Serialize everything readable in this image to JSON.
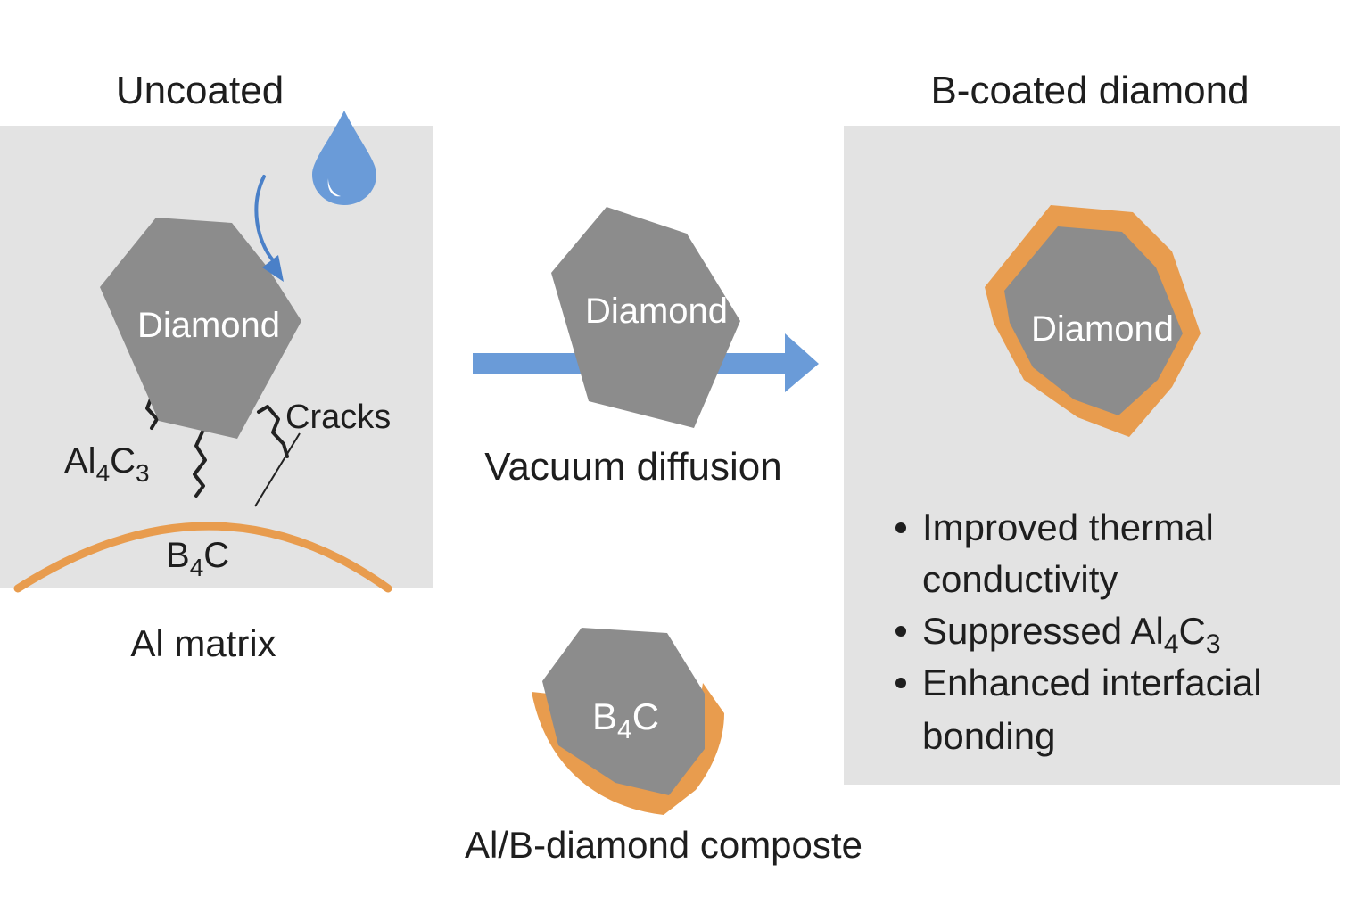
{
  "left_panel": {
    "title": "Uncoated",
    "particle_label": "Diamond",
    "reaction_prefix": "Al",
    "reaction_sub1": "4",
    "reaction_mid": "C",
    "reaction_sub2": "3",
    "cracks_label": "Cracks",
    "reinforcement_prefix": "B",
    "reinforcement_sub": "4",
    "reinforcement_suffix": "C",
    "matrix_label": "Al matrix"
  },
  "process": {
    "particle_label": "Diamond",
    "label": "Vacuum diffusion"
  },
  "bottom": {
    "particle_prefix": "B",
    "particle_sub": "4",
    "particle_suffix": "C",
    "caption": "Al/B-diamond composte"
  },
  "right_panel": {
    "title": "B-coated diamond",
    "particle_label": "Diamond",
    "bullets": [
      {
        "line1": "Improved thermal",
        "line2": "conductivity"
      },
      {
        "prefix": "Suppressed Al",
        "sub1": "4",
        "mid": "C",
        "sub2": "3"
      },
      {
        "line1": "Enhanced interfacial",
        "line2": "bonding"
      }
    ]
  },
  "colors": {
    "panel_bg": "#e3e3e3",
    "particle_gray": "#8c8c8c",
    "coating_orange": "#e89c4e",
    "arrow_blue": "#6a9bd8",
    "text_dark": "#1e1e1e"
  },
  "icons": [
    "water-drop-icon",
    "curved-arrow-icon",
    "right-arrow-icon",
    "bullet-dot-icon"
  ]
}
